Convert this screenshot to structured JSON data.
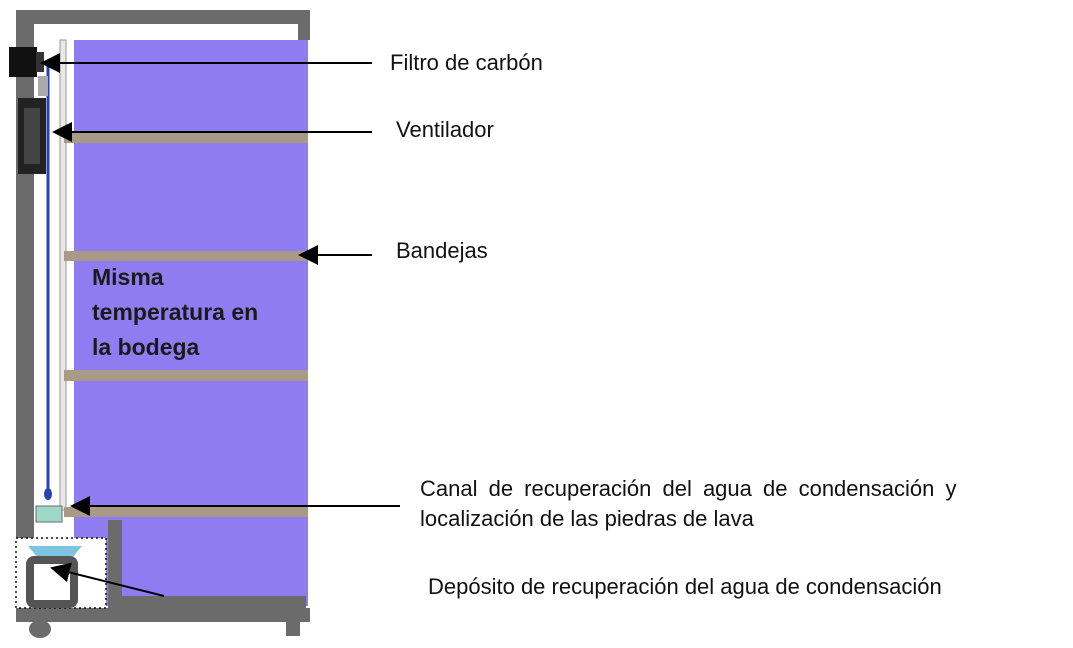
{
  "colors": {
    "cabinet_wall": "#6b6b6b",
    "interior": "#8e7cf0",
    "shelf": "#a89a86",
    "drip_line": "#2a3fb8",
    "water": "#7ec3e0",
    "arrow": "#000000"
  },
  "inner_text": [
    "Misma",
    "temperatura en",
    "la bodega"
  ],
  "labels": {
    "carbon_filter": "Filtro de carbón",
    "fan": "Ventilador",
    "trays": "Bandejas",
    "channel_line1": "Canal de recuperación del agua de condensación y",
    "channel_line2": "localización de las piedras de lava",
    "reservoir": "Depósito de recuperación del agua de condensación"
  }
}
